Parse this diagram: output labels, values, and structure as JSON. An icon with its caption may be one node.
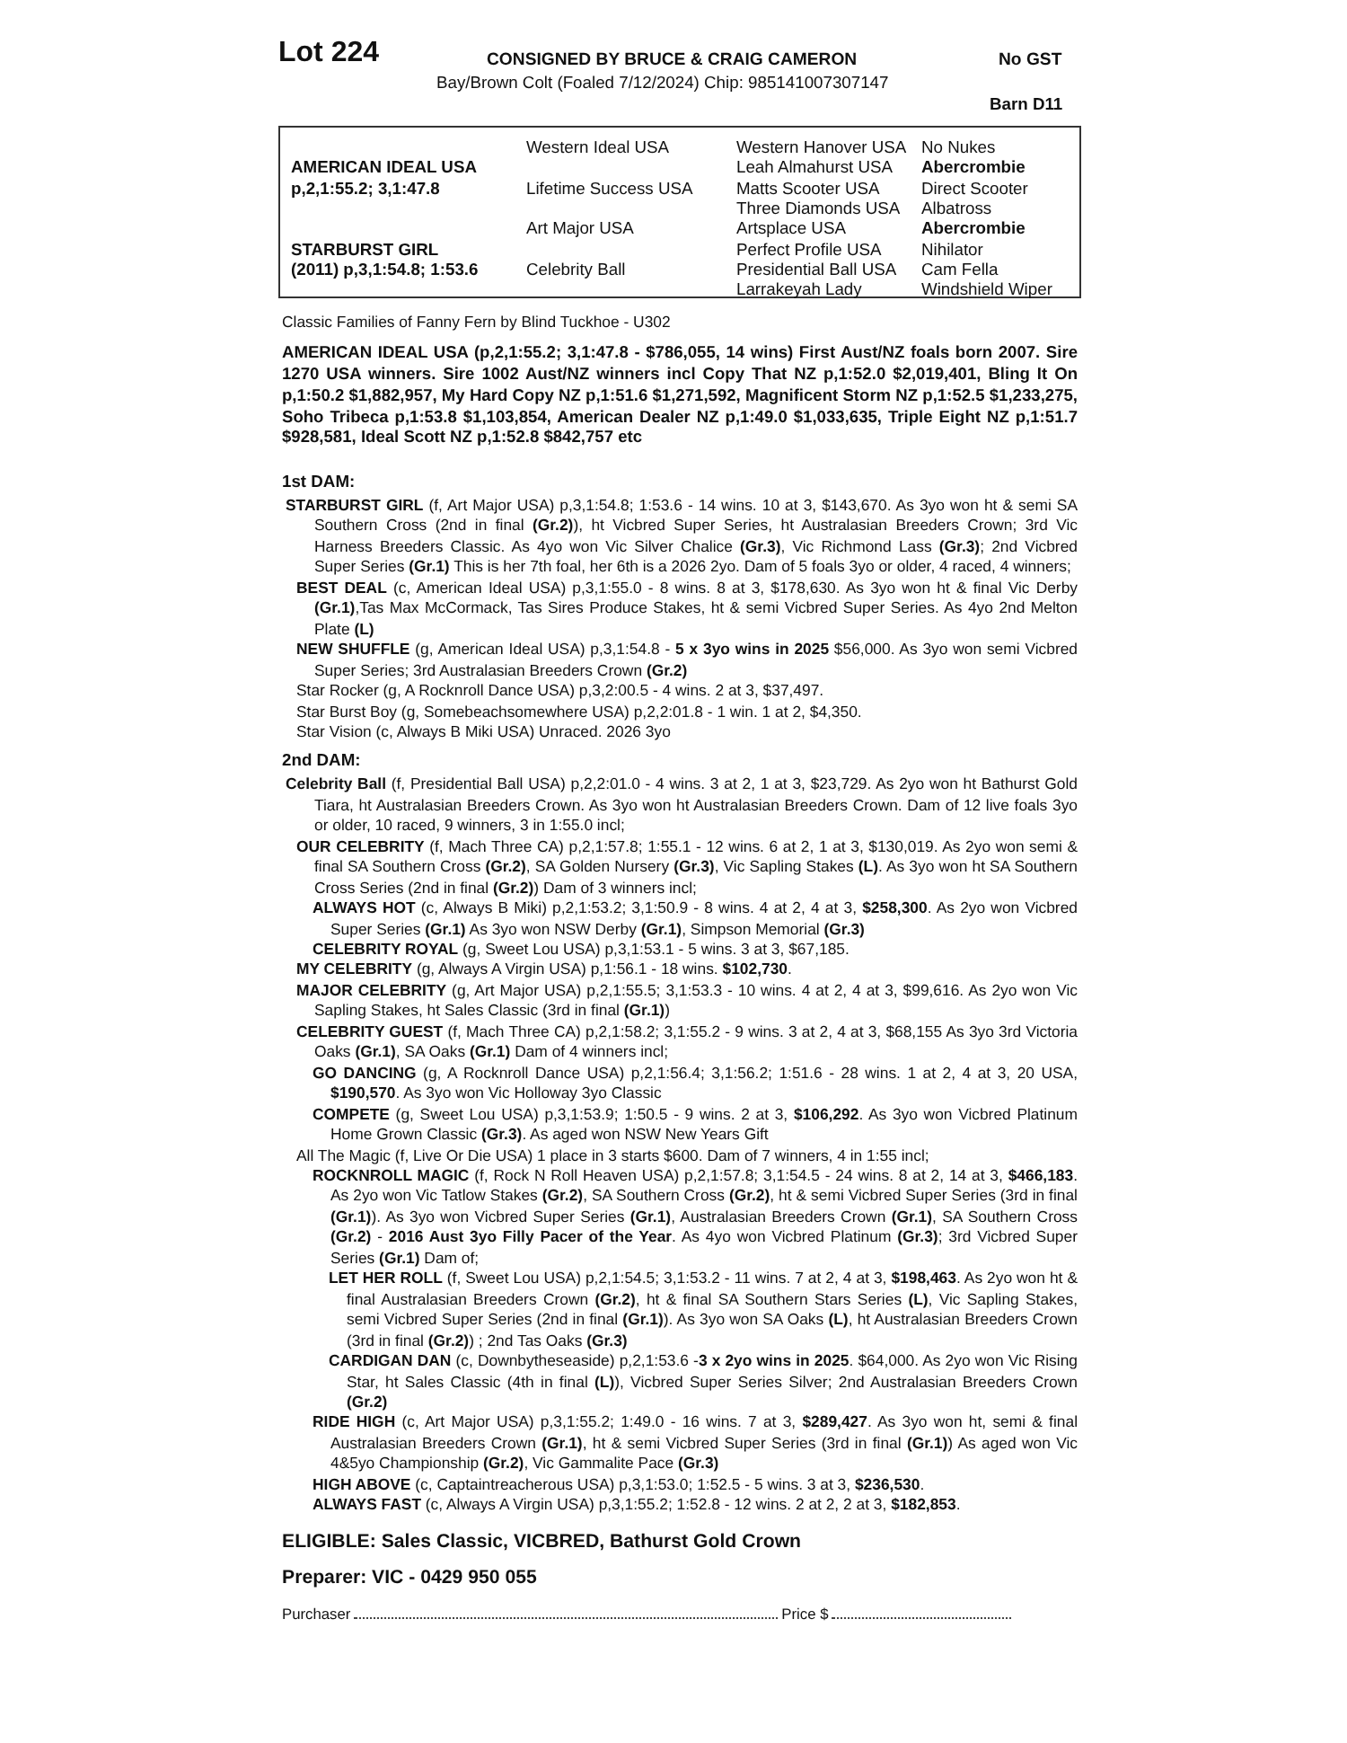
{
  "diagram": {
    "title": "Lot 224",
    "labels": [
      "CONSIGNED BY BRUCE & CRAIG CAMERON",
      "No GST",
      "Bay/Brown Colt (Foaled 7/12/2024) Chip: 985141007307147",
      "Barn D11",
      "Western Ideal USA",
      "Western Hanover USA",
      "No Nukes",
      "AMERICAN IDEAL USA",
      "Leah Almahurst USA",
      "Abercrombie",
      "p,2,1:55.2; 3,1:47.8",
      "Lifetime Success USA",
      "Matts Scooter USA",
      "Direct Scooter",
      "Three Diamonds USA",
      "Albatross",
      "Art Major USA",
      "Artsplace USA",
      "Abercrombie",
      "STARBURST GIRL",
      "Perfect Profile USA",
      "Nihilator",
      "(2011) p,3,1:54.8; 1:53.6",
      "Celebrity Ball",
      "Presidential Ball USA",
      "Cam Fella",
      "Larrakeyah Lady",
      "Windshield Wiper",
      "Classic Families of Fanny Fern by Blind Tuckhoe - U302",
      "AMERICAN IDEAL USA (p,2,1:55.2; 3,1:47.8 - $786,055, 14 wins) First Aust/NZ foals born 2007. Sire 1270 USA winners. Sire 1002 Aust/NZ winners incl Copy That NZ p,1:52.0 $2,019,401, Bling It On p,1:50.2 $1,882,957, My Hard Copy NZ p,1:51.6 $1,271,592, Magnificent Storm NZ p,1:52.5 $1,233,275, Soho Tribeca p,1:53.8 $1,103,854, American Dealer NZ p,1:49.0 $1,033,635, Triple Eight NZ p,1:51.7 $928,581, Ideal Scott NZ p,1:52.8 $842,757 etc",
      "1st DAM:",
      "**STARBURST GIRL** (f, Art Major USA) p,3,1:54.8; 1:53.6 - 14 wins. 10 at 3, $143,670. As 3yo won ht & semi SA Southern Cross (2nd in final **(Gr.2)**), ht Vicbred Super Series, ht Australasian Breeders Crown; 3rd Vic Harness Breeders Classic. As 4yo won Vic Silver Chalice **(Gr.3)**, Vic Richmond Lass **(Gr.3)**; 2nd Vicbred Super Series **(Gr.1)** This is her 7th foal, her 6th is a 2026 2yo. Dam of 5 foals 3yo or older, 4 raced, 4 winners;",
      "**BEST DEAL** (c, American Ideal USA) p,3,1:55.0 - 8 wins. 8 at 3, $178,630. As 3yo won ht & final Vic Derby **(Gr.1)**,Tas Max McCormack, Tas Sires Produce Stakes, ht & semi Vicbred Super Series. As 4yo 2nd Melton Plate **(L)**",
      "**NEW SHUFFLE** (g, American Ideal USA) p,3,1:54.8 - **5 x 3yo wins in 2025** $56,000. As 3yo won semi Vicbred Super Series; 3rd Australasian Breeders Crown **(Gr.2)**",
      "Star Rocker (g, A Rocknroll Dance USA) p,3,2:00.5 - 4 wins. 2 at 3, $37,497.",
      "Star Burst Boy (g, Somebeachsomewhere USA) p,2,2:01.8 - 1 win. 1 at 2, $4,350.",
      "Star Vision (c, Always B Miki USA) Unraced. 2026 3yo",
      "2nd DAM:",
      "**Celebrity Ball** (f, Presidential Ball USA) p,2,2:01.0 - 4 wins. 3 at 2, 1 at 3, $23,729. As 2yo won ht Bathurst Gold Tiara, ht Australasian Breeders Crown. As 3yo won ht Australasian Breeders Crown. Dam of 12 live foals 3yo or older, 10 raced, 9 winners, 3 in 1:55.0 incl;",
      "**OUR CELEBRITY** (f, Mach Three CA) p,2,1:57.8; 1:55.1 - 12 wins. 6 at 2, 1 at 3, $130,019. As 2yo won semi & final SA Southern Cross **(Gr.2)**, SA Golden Nursery **(Gr.3)**, Vic Sapling Stakes **(L)**. As 3yo won ht SA Southern Cross Series (2nd in final **(Gr.2)**) Dam of 3 winners incl;",
      "**ALWAYS HOT** (c, Always B Miki) p,2,1:53.2; 3,1:50.9 - 8 wins. 4 at 2, 4 at 3, **$258,300**. As 2yo won Vicbred Super Series **(Gr.1)** As 3yo won NSW Derby **(Gr.1)**, Simpson Memorial **(Gr.3)**",
      "**CELEBRITY ROYAL** (g, Sweet Lou USA) p,3,1:53.1 - 5 wins. 3 at 3, $67,185.",
      "**MY CELEBRITY** (g, Always A Virgin USA) p,1:56.1 - 18 wins. **$102,730**.",
      "**MAJOR CELEBRITY** (g, Art Major USA) p,2,1:55.5; 3,1:53.3 - 10 wins. 4 at 2, 4 at 3, $99,616. As 2yo won Vic Sapling Stakes, ht Sales Classic (3rd in final **(Gr.1)**)",
      "**CELEBRITY GUEST** (f, Mach Three CA) p,2,1:58.2; 3,1:55.2 - 9 wins. 3 at 2, 4 at 3, $68,155 As 3yo 3rd Victoria Oaks **(Gr.1)**, SA Oaks **(Gr.1)** Dam of 4 winners incl;",
      "**GO DANCING** (g, A Rocknroll Dance USA) p,2,1:56.4; 3,1:56.2; 1:51.6 - 28 wins. 1 at 2, 4 at 3, 20 USA, **$190,570**. As 3yo won Vic Holloway 3yo Classic",
      "**COMPETE** (g, Sweet Lou USA) p,3,1:53.9; 1:50.5 - 9 wins. 2 at 3, **$106,292**. As 3yo won Vicbred Platinum Home Grown Classic **(Gr.3)**. As aged won NSW New Years Gift",
      "All The Magic (f, Live Or Die USA) 1 place in 3 starts $600. Dam of 7 winners, 4 in 1:55 incl;",
      "**ROCKNROLL MAGIC** (f, Rock N Roll Heaven USA) p,2,1:57.8; 3,1:54.5 - 24 wins. 8 at 2, 14 at 3, **$466,183**. As 2yo won Vic Tatlow Stakes **(Gr.2)**, SA Southern Cross **(Gr.2)**, ht & semi Vicbred Super Series (3rd in final **(Gr.1)**). As 3yo won Vicbred Super Series **(Gr.1)**, Australasian Breeders Crown **(Gr.1)**, SA Southern Cross **(Gr.2)** - **2016 Aust 3yo Filly Pacer of the Year**. As 4yo won Vicbred Platinum **(Gr.3)**; 3rd Vicbred Super Series **(Gr.1)** Dam of;",
      "**LET HER ROLL** (f, Sweet Lou USA) p,2,1:54.5; 3,1:53.2 - 11 wins. 7 at 2, 4 at 3, **$198,463**. As 2yo won ht & final Australasian Breeders Crown **(Gr.2)**, ht & final SA Southern Stars Series **(L)**, Vic Sapling Stakes, semi Vicbred Super Series (2nd in final **(Gr.1)**). As 3yo won SA Oaks **(L)**, ht Australasian Breeders Crown (3rd in final **(Gr.2)**) ; 2nd Tas Oaks **(Gr.3)**",
      "**CARDIGAN DAN** (c, Downbytheseaside) p,2,1:53.6 -**3 x 2yo wins in 2025**. $64,000. As 2yo won Vic Rising Star, ht Sales Classic (4th in final **(L)**), Vicbred Super Series Silver; 2nd Australasian Breeders Crown **(Gr.2)**",
      "**RIDE HIGH** (c, Art Major USA) p,3,1:55.2; 1:49.0 - 16 wins. 7 at 3, **$289,427**. As 3yo won ht, semi & final Australasian Breeders Crown **(Gr.1)**, ht & semi Vicbred Super Series (3rd in final **(Gr.1)**) As aged won Vic 4&5yo Championship **(Gr.2)**, Vic Gammalite Pace **(Gr.3)**",
      "**HIGH ABOVE** (c, Captaintreacherous USA) p,3,1:53.0; 1:52.5 - 5 wins. 3 at 3, **$236,530**.",
      "**ALWAYS FAST** (c, Always A Virgin USA) p,3,1:55.2; 1:52.8 - 12 wins. 2 at 2, 2 at 3, **$182,853**.",
      "ELIGIBLE: Sales Classic, VICBRED, Bathurst Gold Crown",
      "Preparer: VIC - 0429 950 055",
      "Purchaser",
      "Price $"
    ]
  }
}
